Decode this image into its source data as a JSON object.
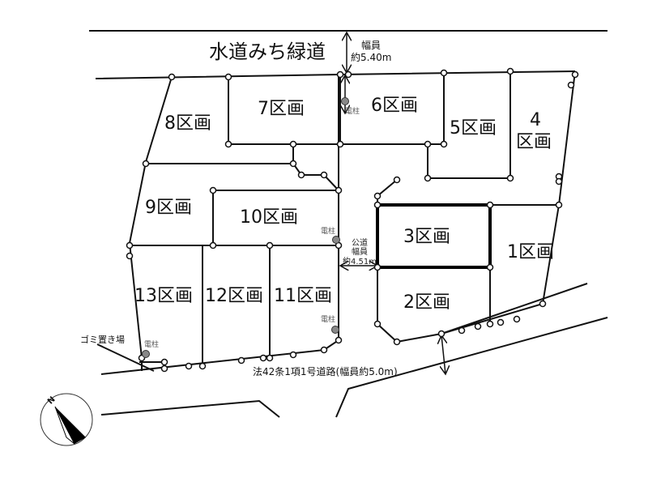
{
  "road_north": {
    "name": "水道みち緑道",
    "width_label": "幅員",
    "width_value": "約5.40m"
  },
  "road_east_public": {
    "line1": "公道",
    "line2": "幅員",
    "line3": "約4.51m"
  },
  "road_south": {
    "name": "法42条1項1号道路(幅員約5.0m)"
  },
  "lots": [
    "1区画",
    "2区画",
    "3区画",
    "4",
    "区画",
    "5区画",
    "6区画",
    "7区画",
    "8区画",
    "9区画",
    "10区画",
    "11区画",
    "12区画",
    "13区画"
  ],
  "utility_pole": "電柱",
  "garbage_area": "ゴミ置き場",
  "compass": "N"
}
